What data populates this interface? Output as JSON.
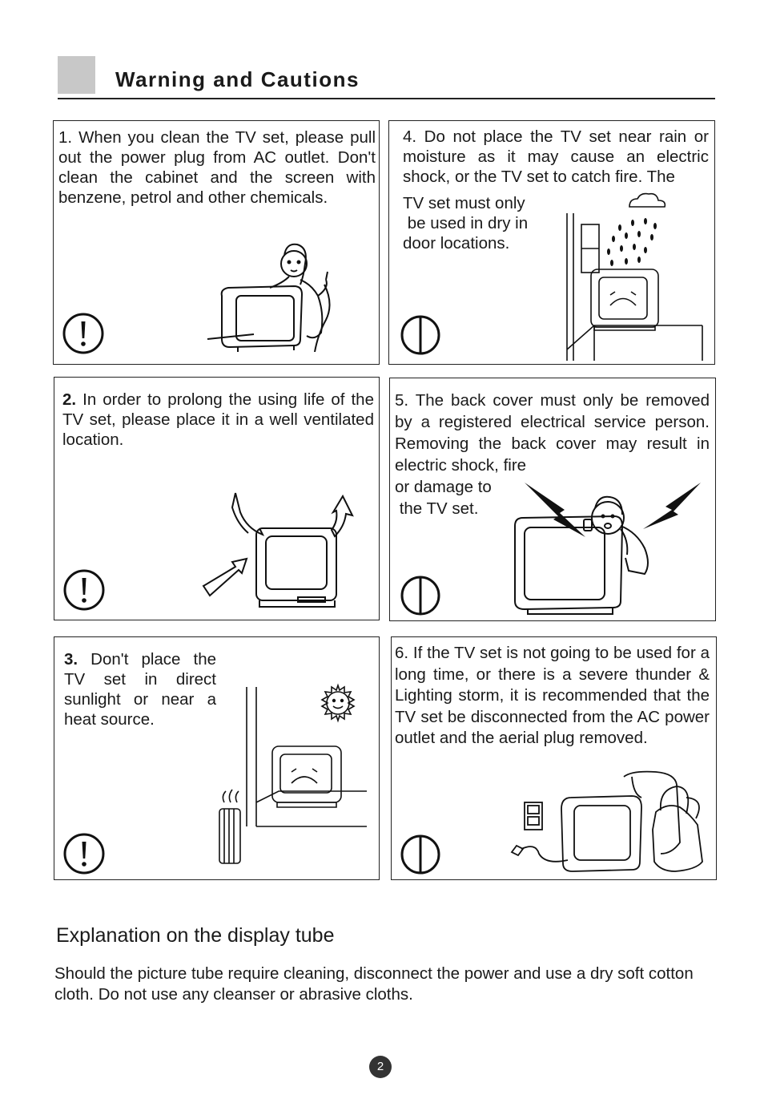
{
  "header": {
    "title": "Warning and Cautions"
  },
  "cautions": [
    {
      "number": "1.",
      "text": "When you clean the TV set, please pull out the power plug from AC outlet. Don't  clean the  cabinet and the screen  with benzene, petrol and other chemicals.",
      "symbol": "exclamation-icon"
    },
    {
      "number": "2.",
      "text": "In order to prolong the using life of the TV set, please place it in a well ventilated location.",
      "symbol": "exclamation-icon"
    },
    {
      "number": "3.",
      "text": "Don't place the TV set in direct sunlight or near a heat source.",
      "symbol": "exclamation-icon"
    },
    {
      "number": "4.",
      "text_lines": [
        "Do not place the TV set near rain or moisture as it may cause an electric shock, or the TV set to catch fire. The",
        "TV set must only",
        " be used in dry in",
        "door  locations."
      ],
      "symbol": "prohibition-icon"
    },
    {
      "number": "5.",
      "text_lines": [
        "The back cover must only be removed by a registered electrical service person. Removing the back cover may result in electric shock, fire",
        "or damage to",
        " the TV set."
      ],
      "symbol": "prohibition-icon"
    },
    {
      "number": "6.",
      "text": "If the TV set is not going to be used for a long time, or there is a severe thunder & Lighting storm, it is recommended that the TV set be disconnected from the AC power outlet and the aerial plug removed.",
      "symbol": "prohibition-icon"
    }
  ],
  "explanation": {
    "heading": "Explanation on the display tube",
    "body": "Should the picture tube require cleaning, disconnect the power and use a dry soft  cotton cloth. Do not use any cleanser or abrasive cloths."
  },
  "page_number": "2"
}
